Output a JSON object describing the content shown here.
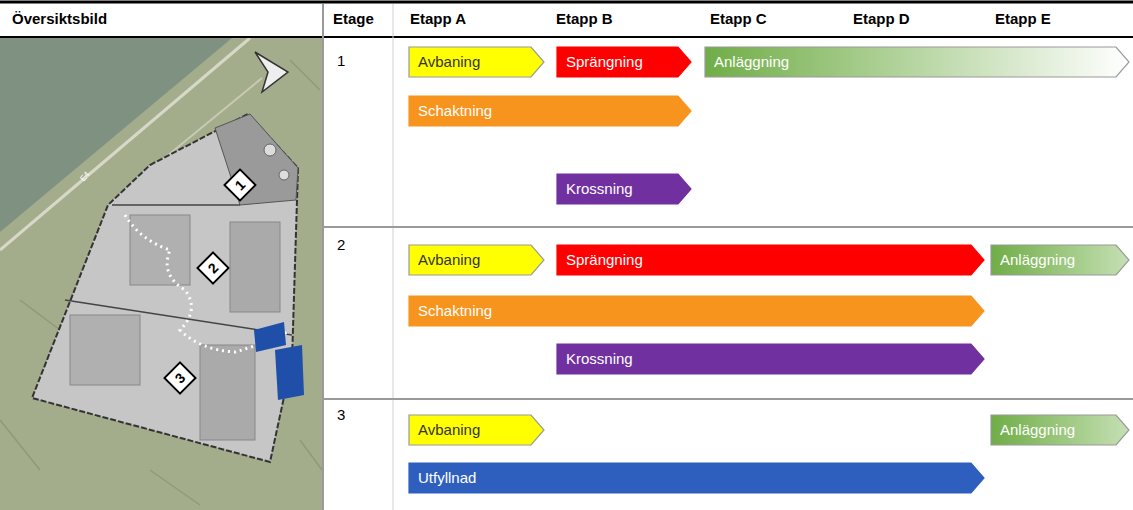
{
  "diagram": {
    "nodes": [
      {
        "text": [
          "Avbaning"
        ]
      },
      {
        "text": [
          "Sprängning"
        ]
      },
      {
        "text": [
          "Anläggning"
        ]
      },
      {
        "text": [
          "Schaktning"
        ]
      },
      {
        "text": [
          "Krossning"
        ]
      },
      {
        "text": [
          "Avbaning"
        ]
      },
      {
        "text": [
          "Sprängning"
        ]
      },
      {
        "text": [
          "Anläggning"
        ]
      },
      {
        "text": [
          "Schaktning"
        ]
      },
      {
        "text": [
          "Krossning"
        ]
      },
      {
        "text": [
          "Avbaning"
        ]
      },
      {
        "text": [
          "Anläggning"
        ]
      },
      {
        "text": [
          "Utfyllnad"
        ]
      }
    ],
    "labels": [
      "Översiktsbild",
      "Etage",
      "Etapp A",
      "Etapp B",
      "Etapp C",
      "Etapp D",
      "Etapp E",
      "E4",
      "1",
      "2",
      "3",
      "1",
      "2",
      "3"
    ]
  }
}
